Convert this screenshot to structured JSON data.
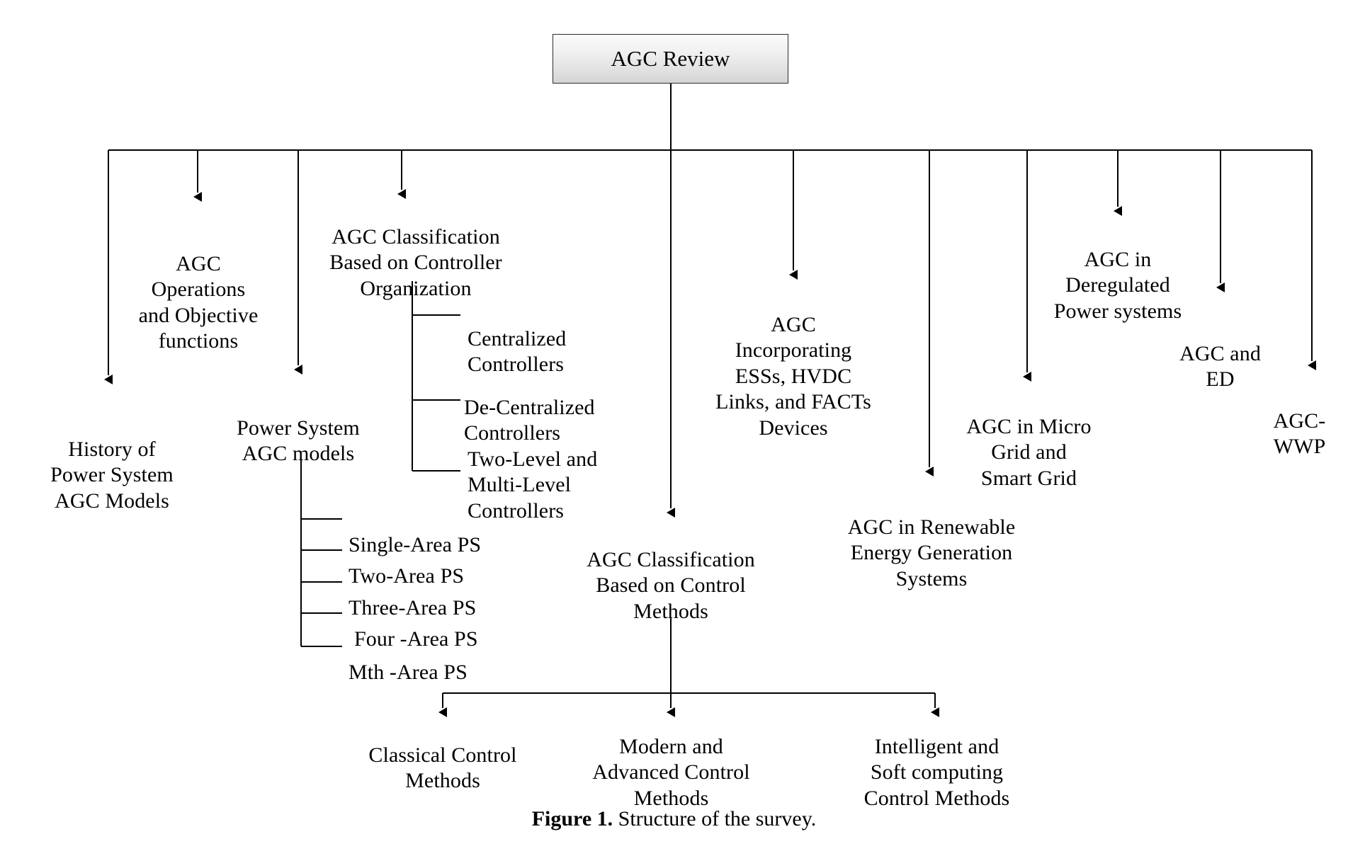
{
  "figure": {
    "caption_label": "Figure 1.",
    "caption_text": " Structure of the survey."
  },
  "root": {
    "label": "AGC Review",
    "box_fill_top": "#fbfbfb",
    "box_fill_bottom": "#d4d4d4",
    "border_color": "#2b2b2b"
  },
  "line_color": "#000000",
  "branches": [
    {
      "id": "history",
      "label": "History of\nPower System\nAGC Models"
    },
    {
      "id": "operations",
      "label": "AGC\nOperations\nand Objective\nfunctions"
    },
    {
      "id": "classification-controller",
      "label": "AGC Classification\nBased on Controller\nOrganization"
    },
    {
      "id": "ps-agc-models",
      "label": "Power System\nAGC models"
    },
    {
      "id": "classification-control-methods",
      "label": "AGC Classification\nBased on Control\nMethods"
    },
    {
      "id": "incorporating",
      "label": "AGC\nIncorporating\nESSs, HVDC\nLinks, and FACTs\nDevices"
    },
    {
      "id": "renewable",
      "label": "AGC in Renewable\nEnergy Generation\nSystems"
    },
    {
      "id": "micro-grid",
      "label": "AGC in Micro\nGrid and\nSmart Grid"
    },
    {
      "id": "deregulated",
      "label": "AGC in\nDeregulated\nPower systems"
    },
    {
      "id": "agc-ed",
      "label": "AGC and\nED"
    },
    {
      "id": "agc-wwp",
      "label": "AGC-\nWWP"
    }
  ],
  "controller_children": [
    {
      "id": "centralized",
      "label": "Centralized\nControllers"
    },
    {
      "id": "decentralized",
      "label": "De-Centralized\nControllers"
    },
    {
      "id": "multilevel",
      "label": "Two-Level and\nMulti-Level\nControllers"
    }
  ],
  "ps_model_children": [
    {
      "id": "single-area",
      "label": "Single-Area PS"
    },
    {
      "id": "two-area",
      "label": "Two-Area PS"
    },
    {
      "id": "three-area",
      "label": "Three-Area PS"
    },
    {
      "id": "four-area",
      "label": "Four -Area PS"
    },
    {
      "id": "mth-area",
      "label": "Mth -Area PS"
    }
  ],
  "control_method_children": [
    {
      "id": "classical",
      "label": "Classical Control\nMethods"
    },
    {
      "id": "modern",
      "label": "Modern and\nAdvanced Control\nMethods"
    },
    {
      "id": "intelligent",
      "label": "Intelligent and\nSoft computing\nControl Methods"
    }
  ]
}
